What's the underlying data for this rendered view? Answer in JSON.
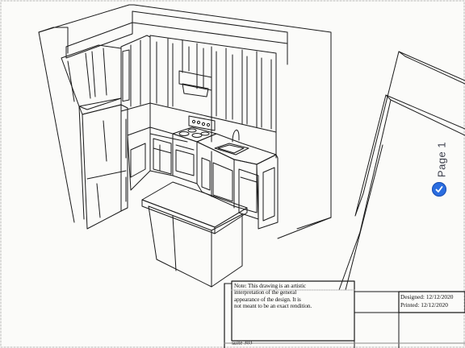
{
  "note": {
    "lines": [
      "Note: This drawing is an artistic",
      "interpretation of the general",
      "appearance of the design. It is",
      "not meant to be an exact rendition."
    ]
  },
  "dates": {
    "designed": "Designed: 12/12/2020",
    "printed": "Printed: 12/12/2020"
  },
  "footer": {
    "suite": "suite 303"
  },
  "page_badge": {
    "label": "Page 1",
    "accent": "#2a6de0",
    "icon": "check-icon"
  }
}
